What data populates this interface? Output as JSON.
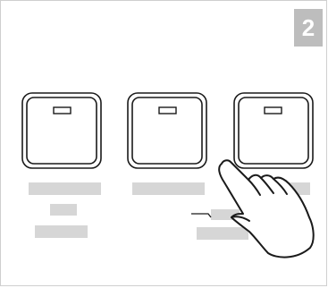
{
  "step": {
    "number": "2"
  },
  "buttons": [
    {
      "name": "button-left"
    },
    {
      "name": "button-middle"
    },
    {
      "name": "button-right"
    }
  ],
  "colors": {
    "outline": "#1a1a1a",
    "badge": "#bdbdbd",
    "placeholder_bar": "#d6d6d6",
    "frame": "#cfcfcf"
  },
  "icons": {
    "pointer": "hand-pointer-icon"
  }
}
